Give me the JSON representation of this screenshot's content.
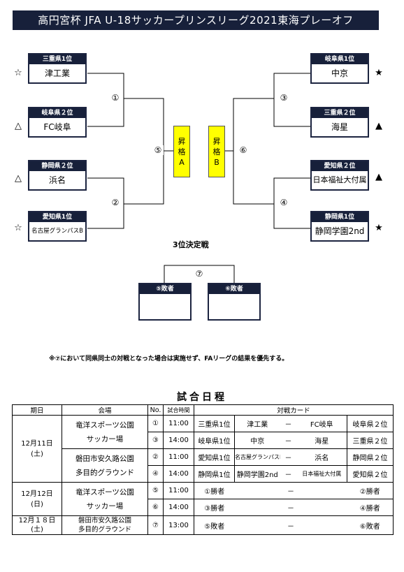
{
  "title": "高円宮杯 JFA U-18サッカープリンスリーグ2021東海プレーオフ",
  "bracket": {
    "left": [
      {
        "header": "三重県1位",
        "name": "津工業",
        "mark": "☆"
      },
      {
        "header": "岐阜県２位",
        "name": "FC岐阜",
        "mark": "△"
      },
      {
        "header": "静岡県２位",
        "name": "浜名",
        "mark": "△"
      },
      {
        "header": "愛知県1位",
        "name": "名古屋グランパスB",
        "mark": "☆"
      }
    ],
    "right": [
      {
        "header": "岐阜県1位",
        "name": "中京",
        "mark": "★"
      },
      {
        "header": "三重県２位",
        "name": "海星",
        "mark": "▲"
      },
      {
        "header": "愛知県２位",
        "name": "日本福祉大付属",
        "mark": "▲"
      },
      {
        "header": "静岡県1位",
        "name": "静岡学園2nd",
        "mark": "★"
      }
    ],
    "rounds": {
      "r1": "①",
      "r2": "②",
      "r3": "③",
      "r4": "④",
      "r5": "⑤",
      "r6": "⑥",
      "r7": "⑦"
    },
    "promo_a": {
      "l1": "昇",
      "l2": "格",
      "l3": "A"
    },
    "promo_b": {
      "l1": "昇",
      "l2": "格",
      "l3": "B"
    },
    "third_place_label": "3位決定戦",
    "loser_left": "⑤敗者",
    "loser_right": "⑥敗者"
  },
  "note": "※⑦において同県同士の対戦となった場合は実施せず、FAリーグの結果を優先する。",
  "schedule": {
    "title": "試合日程",
    "headers": {
      "date": "期日",
      "venue": "会場",
      "no": "No.",
      "time": "試合時間",
      "card": "対戦カード"
    },
    "rows": [
      {
        "no": "①",
        "time": "11:00",
        "home_rank": "三重県1位",
        "home": "津工業",
        "dash": "－",
        "away": "FC岐阜",
        "away_rank": "岐阜県２位"
      },
      {
        "no": "③",
        "time": "14:00",
        "home_rank": "岐阜県1位",
        "home": "中京",
        "dash": "－",
        "away": "海星",
        "away_rank": "三重県２位"
      },
      {
        "no": "②",
        "time": "11:00",
        "home_rank": "愛知県1位",
        "home": "名古屋グランパスB",
        "dash": "－",
        "away": "浜名",
        "away_rank": "静岡県２位"
      },
      {
        "no": "④",
        "time": "14:00",
        "home_rank": "静岡県1位",
        "home": "静岡学園2nd",
        "dash": "－",
        "away": "日本福祉大付属",
        "away_rank": "愛知県２位"
      },
      {
        "no": "⑤",
        "time": "11:00",
        "home_rank": "①勝者",
        "dash": "－",
        "away_rank": "②勝者"
      },
      {
        "no": "⑥",
        "time": "14:00",
        "home_rank": "③勝者",
        "dash": "－",
        "away_rank": "④勝者"
      },
      {
        "no": "⑦",
        "time": "13:00",
        "home_rank": "⑤敗者",
        "dash": "－",
        "away_rank": "⑥敗者"
      }
    ],
    "groups": [
      {
        "date": "12月11日",
        "weekday": "(土)"
      },
      {
        "date": "12月12日",
        "weekday": "(日)"
      },
      {
        "date": "12月１８日",
        "weekday": "(土)"
      }
    ],
    "venues": [
      {
        "line1": "竜洋スポーツ公園",
        "line2": "サッカー場"
      },
      {
        "line1": "磐田市安久路公園",
        "line2": "多目的グラウンド"
      },
      {
        "line1": "竜洋スポーツ公園",
        "line2": "サッカー場"
      },
      {
        "line1": "磐田市安久路公園",
        "line2": "多目的グラウンド"
      }
    ]
  }
}
